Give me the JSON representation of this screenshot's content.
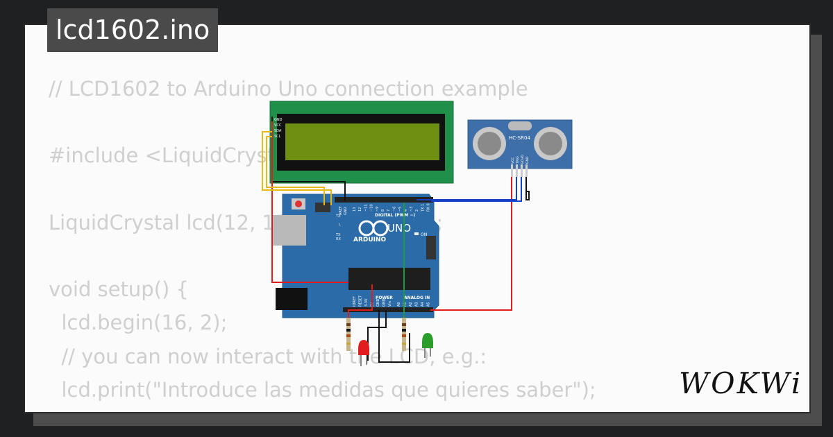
{
  "window": {
    "file_name": "lcd1602.ino"
  },
  "code_lines": [
    "// LCD1602 to Arduino Uno connection example",
    "",
    "#include <LiquidCrystal.h>",
    "",
    "LiquidCrystal lcd(12, 11, 10, 5, 4, 3, 2);",
    "",
    "void setup() {",
    "  lcd.begin(16, 2);",
    "  // you can now interact with the LCD, e.g.:",
    "  lcd.print(\"Introduce las medidas que quieres saber\");",
    "}"
  ],
  "lcd": {
    "pins": [
      "GND",
      "VCC",
      "SDA",
      "SCL"
    ]
  },
  "sensor": {
    "label": "HC-SR04",
    "pins": [
      "VCC",
      "TRIG",
      "ECHO",
      "GND"
    ]
  },
  "arduino": {
    "brand": "ARDUINO",
    "model": "UNO",
    "on_label": "ON",
    "digital_label": "DIGITAL (PWM ~)",
    "power_label": "POWER",
    "analog_label": "ANALOG IN",
    "tx_label": "TX",
    "rx_label": "RX",
    "l_label": "L",
    "aref_label": "AREF",
    "gnd_label": "GND",
    "digital_pins": [
      "13",
      "12",
      "~11",
      "~10",
      "~9",
      "8",
      "7",
      "~6",
      "~5",
      "4",
      "~3",
      "2",
      "TX 1",
      "RX 0"
    ],
    "power_pins": [
      "IOREF",
      "RESET",
      "3.3V",
      "5V",
      "GND",
      "GND",
      "Vin"
    ],
    "analog_pins": [
      "A0",
      "A1",
      "A2",
      "A3",
      "A4",
      "A5"
    ]
  },
  "brand_logo": "WOKWi",
  "colors": {
    "background": "#1f2022",
    "board": "#2b6ca8",
    "lcd_pcb": "#1f8f4a",
    "lcd_screen": "#6f8f12",
    "sensor": "#3f6fa8",
    "wire_red": "#e21b1b",
    "wire_black": "#111111",
    "wire_blue": "#1640c8",
    "wire_green": "#1e9b3a",
    "wire_yellow": "#e8b814",
    "led_red": "#e11d1d",
    "led_green": "#2a9d2a"
  }
}
